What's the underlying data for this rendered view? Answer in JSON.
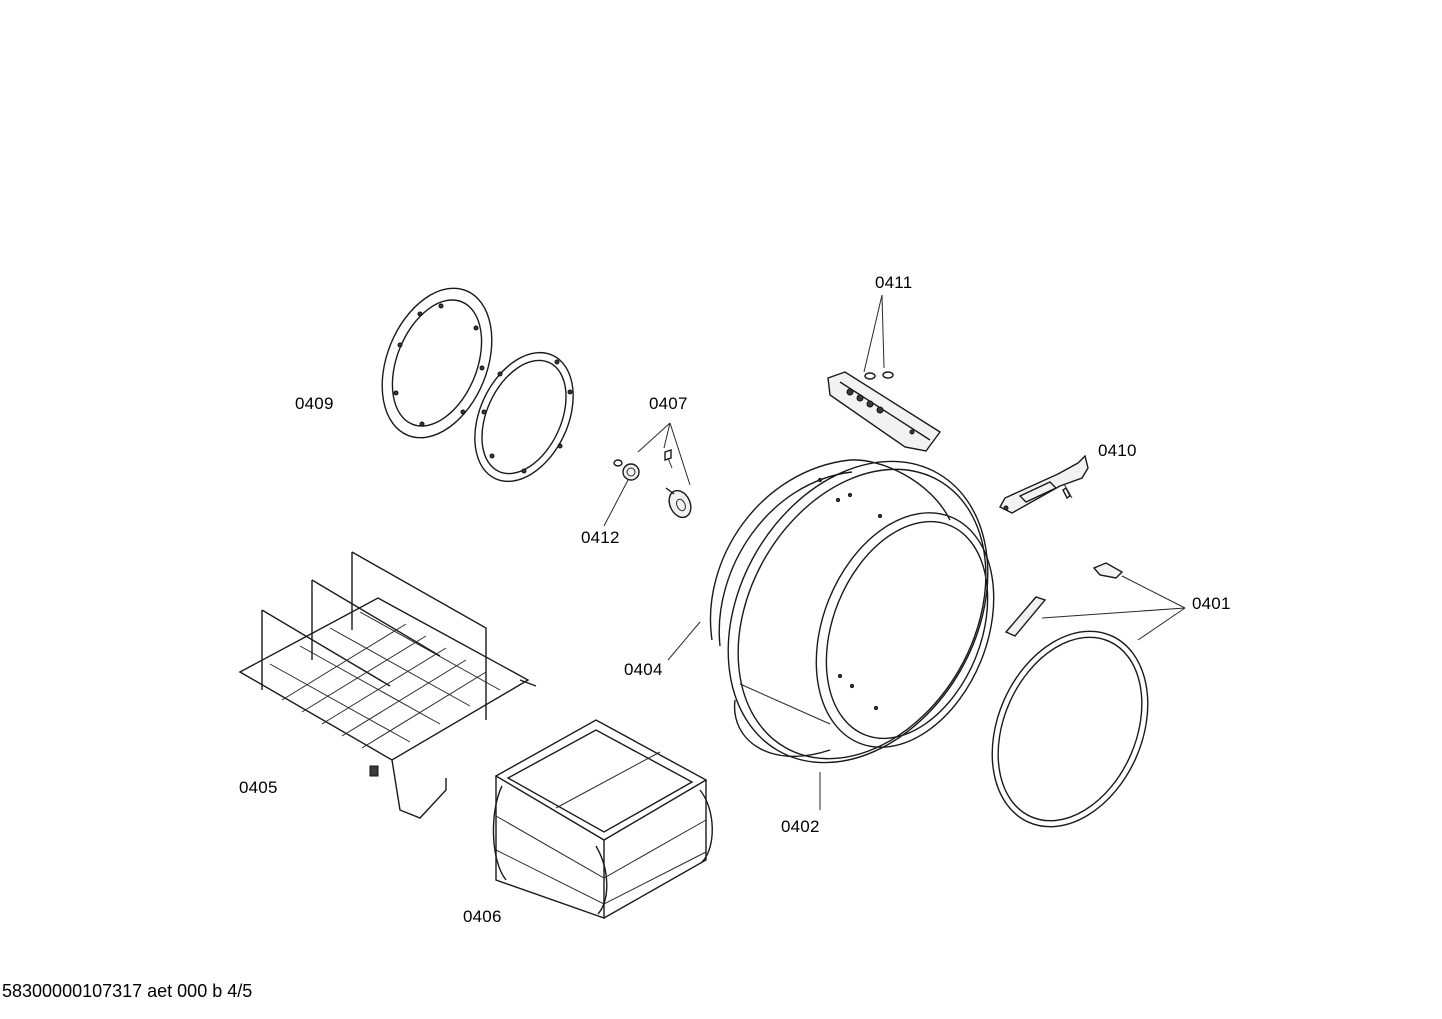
{
  "diagram": {
    "part_labels": {
      "p0401": "0401",
      "p0402": "0402",
      "p0404": "0404",
      "p0405": "0405",
      "p0406": "0406",
      "p0407": "0407",
      "p0409": "0409",
      "p0410": "0410",
      "p0411": "0411",
      "p0412": "0412"
    },
    "document_id": "58300000107317 aet 000 b 4/5"
  }
}
